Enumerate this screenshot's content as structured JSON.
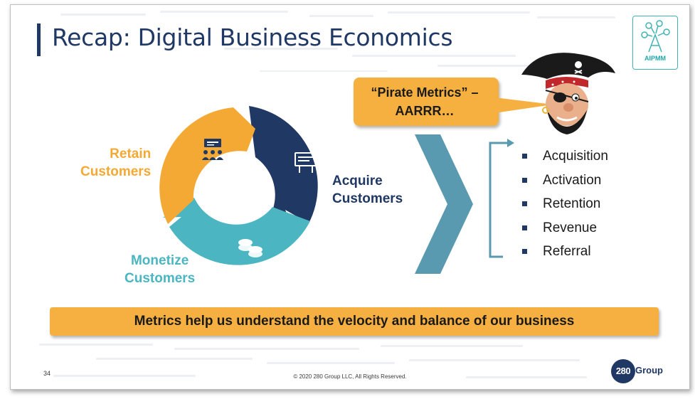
{
  "slide": {
    "title": "Recap: Digital Business Economics",
    "page_number": "34",
    "copyright": "© 2020 280 Group LLC, All Rights Reserved."
  },
  "logo": {
    "text": "AIPMM",
    "icon": "aipmm-network-a-icon",
    "color": "#40b4b4"
  },
  "cycle": {
    "segments": [
      {
        "label_line1": "Acquire",
        "label_line2": "Customers",
        "color": "#1f3864",
        "icon": "billboard-icon"
      },
      {
        "label_line1": "Monetize",
        "label_line2": "Customers",
        "color": "#4bb5c1",
        "icon": "coins-icon"
      },
      {
        "label_line1": "Retain",
        "label_line2": "Customers",
        "color": "#f4a934",
        "icon": "presentation-audience-icon"
      }
    ]
  },
  "callout": {
    "line1": "“Pirate Metrics” –",
    "line2": "AARRR…",
    "color": "#f6b041",
    "image": "pirate-face-icon"
  },
  "metrics_list": [
    "Acquisition",
    "Activation",
    "Retention",
    "Revenue",
    "Referral"
  ],
  "banner": {
    "text": "Metrics help us understand the velocity and balance of our business",
    "color": "#f6b041"
  },
  "brand": {
    "circle_text": "280",
    "word": "Group"
  },
  "colors": {
    "navy": "#1f3864",
    "teal": "#4bb5c1",
    "orange": "#f4a934",
    "chevron": "#5a9ab0"
  }
}
